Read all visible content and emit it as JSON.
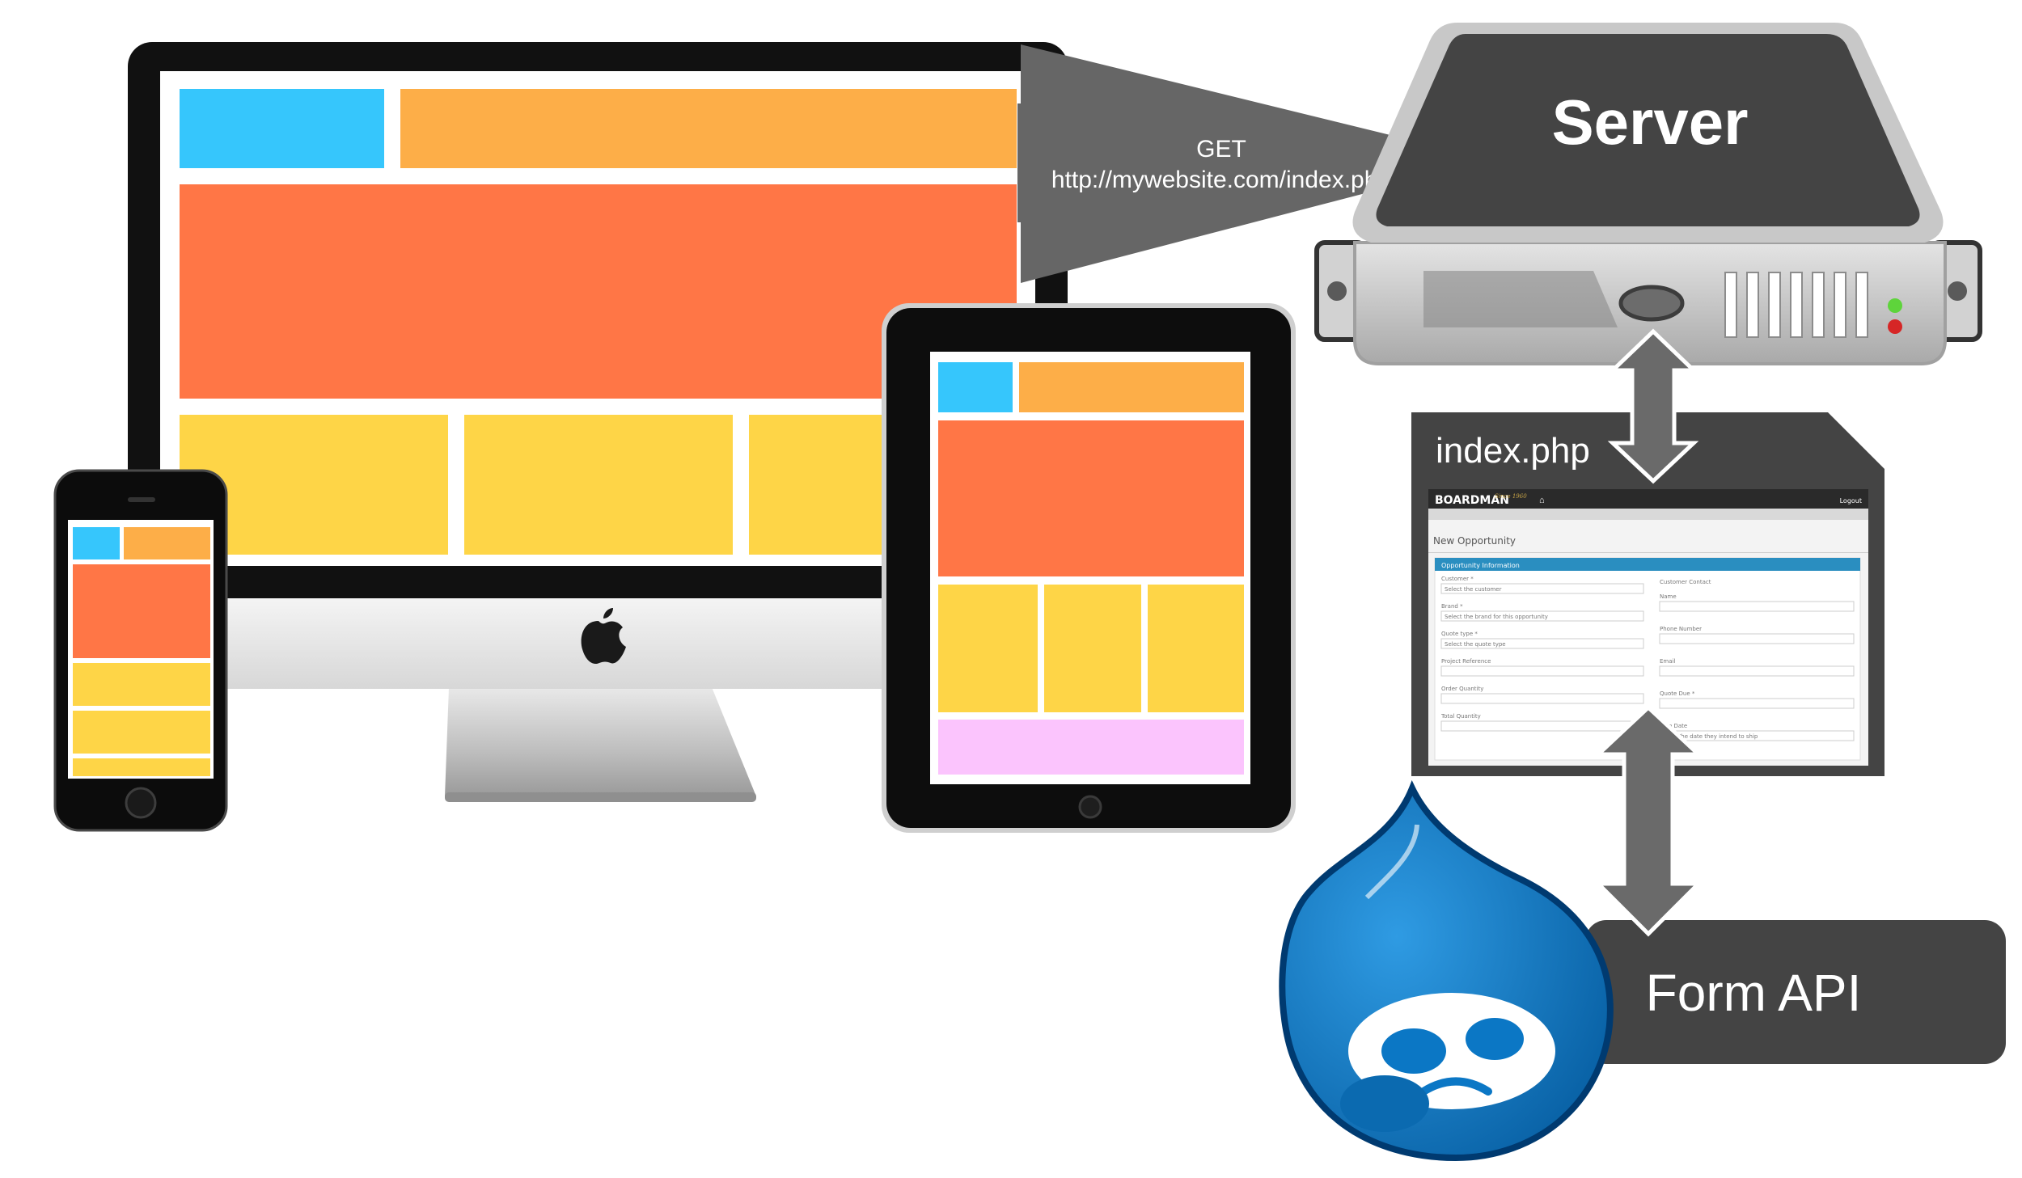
{
  "request": {
    "method": "GET",
    "url": "http://mywebsite.com/index.php"
  },
  "server": {
    "label": "Server"
  },
  "page_file": {
    "label": "index.php"
  },
  "form_api": {
    "label": "Form API"
  },
  "screenshot": {
    "brand": "BOARDMAN",
    "brand_tag": "Since 1960",
    "logout": "Logout",
    "page_title": "New Opportunity",
    "section_header": "Opportunity Information",
    "left_fields": [
      {
        "label": "Customer *",
        "placeholder": "Select the customer"
      },
      {
        "label": "Brand *",
        "placeholder": "Select the brand for this opportunity"
      },
      {
        "label": "Quote type *",
        "placeholder": "Select the quote type"
      },
      {
        "label": "Project Reference",
        "placeholder": ""
      },
      {
        "label": "Order Quantity",
        "placeholder": ""
      },
      {
        "label": "Total Quantity",
        "placeholder": ""
      }
    ],
    "right_title": "Customer Contact",
    "right_fields": [
      {
        "label": "Name",
        "placeholder": ""
      },
      {
        "label": "Phone Number",
        "placeholder": ""
      },
      {
        "label": "Email",
        "placeholder": ""
      },
      {
        "label": "Quote Due *",
        "placeholder": ""
      },
      {
        "label": "Ship Date",
        "placeholder": "The date they intend to ship"
      }
    ]
  },
  "colors": {
    "blue": "#36c6fc",
    "orange_light": "#fdae48",
    "orange": "#ff7646",
    "yellow": "#fed547",
    "pink": "#fbc4fd",
    "dark_box": "#444444",
    "arrow": "#666666",
    "drupal_blue": "#0b77c5"
  }
}
